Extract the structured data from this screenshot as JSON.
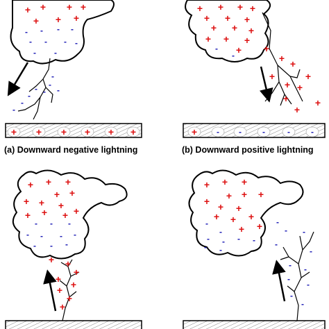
{
  "captions": {
    "a": "(a) Downward negative lightning",
    "b": "(b) Downward positive lightning"
  },
  "symbols": {
    "plus": "+",
    "minus": "-"
  },
  "colors": {
    "positive": "#dd1111",
    "negative": "#1a1ab4",
    "line": "#000000"
  },
  "panels": [
    {
      "id": "a",
      "direction": "downward",
      "leader_charge": "negative",
      "ground_charge": "positive"
    },
    {
      "id": "b",
      "direction": "downward",
      "leader_charge": "positive",
      "ground_charge": "negative"
    },
    {
      "id": "c",
      "direction": "upward",
      "leader_charge": "positive"
    },
    {
      "id": "d",
      "direction": "upward",
      "leader_charge": "negative"
    }
  ]
}
